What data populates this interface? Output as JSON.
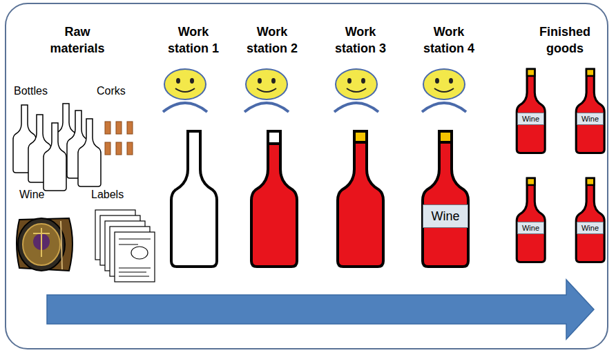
{
  "diagram": {
    "nodes": [
      {
        "text": [
          "Wine"
        ]
      },
      {
        "text": [
          "Wine"
        ]
      },
      {
        "text": [
          "Wine"
        ]
      },
      {
        "text": [
          "Wine"
        ]
      },
      {
        "text": [
          "Wine"
        ]
      }
    ],
    "labels": [
      "Raw materials",
      "Work station 1",
      "Work station 2",
      "Work station 3",
      "Work station 4",
      "Finished goods",
      "Bottles",
      "Corks",
      "Wine",
      "Labels"
    ]
  }
}
